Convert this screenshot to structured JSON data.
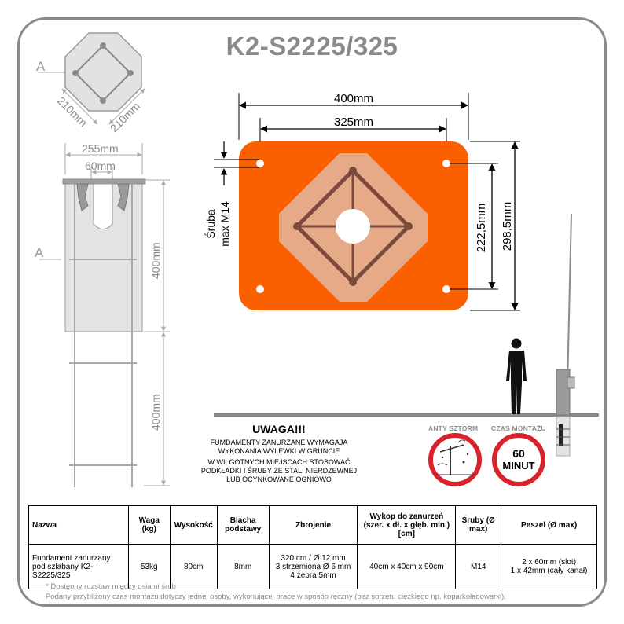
{
  "title": "K2-S2225/325",
  "side_view": {
    "section_mark": "A",
    "dim_width": "255mm",
    "dim_slot": "60mm",
    "dim_upper": "400mm",
    "dim_lower": "400mm"
  },
  "top_view": {
    "section_mark": "A",
    "dim_left": "210mm",
    "dim_right": "210mm"
  },
  "plate": {
    "dim_width_total": "400mm",
    "dim_width_holes": "325mm",
    "dim_height_holes": "222,5mm",
    "dim_height_total": "298,5mm",
    "bolt_label_line1": "Śruba",
    "bolt_label_line2": "max M14",
    "colors": {
      "plate": "#fa6000",
      "square": "#e6aa88",
      "ribs": "#7b4a3a"
    }
  },
  "warning": {
    "title": "UWAGA!!!",
    "lines": [
      "FUMDAMENTY ZANURZANE WYMAGAJĄ",
      "WYKONANIA WYLEWKI W GRUNCIE",
      "W WILGOTNYCH MIEJSCACH STOSOWAĆ",
      "PODKŁADKI I ŚRUBY ZE STALI NIERDZEWNEJ",
      "LUB OCYNKOWANE OGNIOWO"
    ]
  },
  "badges": {
    "anti_storm_label": "ANTY SZTORM",
    "time_label": "CZAS MONTAŻU",
    "time_value_line1": "60",
    "time_value_line2": "MINUT",
    "ring_color": "#d9232b"
  },
  "table": {
    "headers": {
      "name": "Nazwa",
      "weight": "Waga (kg)",
      "height": "Wysokość",
      "plate": "Blacha podstawy",
      "rebar": "Zbrojenie",
      "pit": "Wykop do zanurzeń (szer. x dł. x głęb. min.) [cm]",
      "bolts": "Śruby (Ø max)",
      "conduit": "Peszel (Ø max)"
    },
    "row": {
      "name": "Fundament zanurzany pod szlabany K2-S2225/325",
      "weight": "53kg",
      "height": "80cm",
      "plate": "8mm",
      "rebar_lines": [
        "320 cm / Ø 12 mm",
        "3 strzemiona Ø 6 mm",
        "4 żebra 5mm"
      ],
      "pit": "40cm x 40cm x 90cm",
      "bolts": "M14",
      "conduit_lines": [
        "2 x 60mm (slot)",
        "1 x 42mm (cały kanał)"
      ]
    }
  },
  "notes": [
    "* Dostępny rozstaw między osiami śrub",
    "Podany przybliżony czas montażu dotyczy jednej osoby, wykonującej prace w sposób ręczny (bez sprzętu ciężkiego np. koparkoładowarki)."
  ]
}
